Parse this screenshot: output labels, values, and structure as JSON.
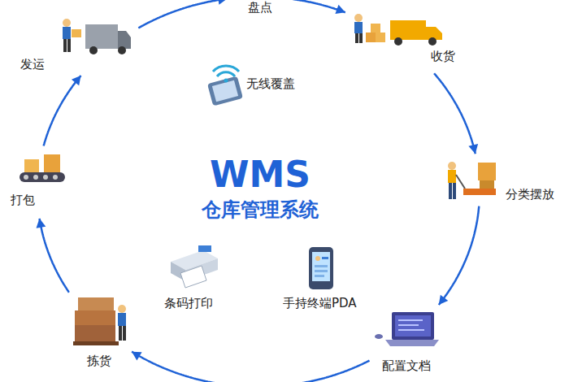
{
  "diagram": {
    "nodes": [
      {
        "text": [
          "盘点"
        ]
      },
      {
        "text": [
          "收货"
        ]
      },
      {
        "text": [
          "分类摆放"
        ]
      },
      {
        "text": [
          "配置文档"
        ]
      },
      {
        "text": [
          "拣货"
        ]
      },
      {
        "text": [
          "打包"
        ]
      },
      {
        "text": [
          "发运"
        ]
      }
    ],
    "edges": [
      {
        "from": 0,
        "to": 1,
        "arrow": "to"
      },
      {
        "from": 1,
        "to": 2,
        "arrow": "to"
      },
      {
        "from": 2,
        "to": 3,
        "arrow": "to"
      },
      {
        "from": 3,
        "to": 4,
        "arrow": "to"
      },
      {
        "from": 4,
        "to": 5,
        "arrow": "to"
      },
      {
        "from": 5,
        "to": 6,
        "arrow": "to"
      },
      {
        "from": 6,
        "to": 0,
        "arrow": "to"
      }
    ],
    "labels": [
      "WMS",
      "仓库管理系统",
      "无线覆盖",
      "条码打印",
      "手持终端PDA"
    ]
  }
}
